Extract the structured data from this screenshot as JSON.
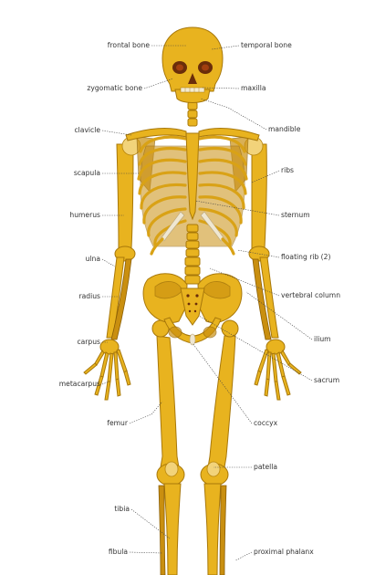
{
  "labels": {
    "frontal_bone": "frontal bone",
    "temporal_bone": "temporal bone",
    "zygomatic_bone": "zygomatic bone",
    "maxilla": "maxilla",
    "mandible": "mandible",
    "clavicle": "clavicle",
    "scapula": "scapula",
    "ribs": "ribs",
    "humerus": "humerus",
    "sternum": "sternum",
    "ulna": "ulna",
    "floating_rib": "floating rib (2)",
    "radius": "radius",
    "vertebral_column": "vertebral column",
    "carpus": "carpus",
    "ilium": "ilium",
    "metacarpus": "metacarpus",
    "sacrum": "sacrum",
    "femur": "femur",
    "coccyx": "coccyx",
    "patella": "patella",
    "tibia": "tibia",
    "fibula": "fibula",
    "proximal_phalanx": "proximal phalanx"
  },
  "colors": {
    "bone": "#e8b31f",
    "bone_shadow": "#c98f10",
    "cartilage": "#efe7d2",
    "leader_line": "#444444",
    "label_text": "#333333",
    "background": "#ffffff"
  }
}
